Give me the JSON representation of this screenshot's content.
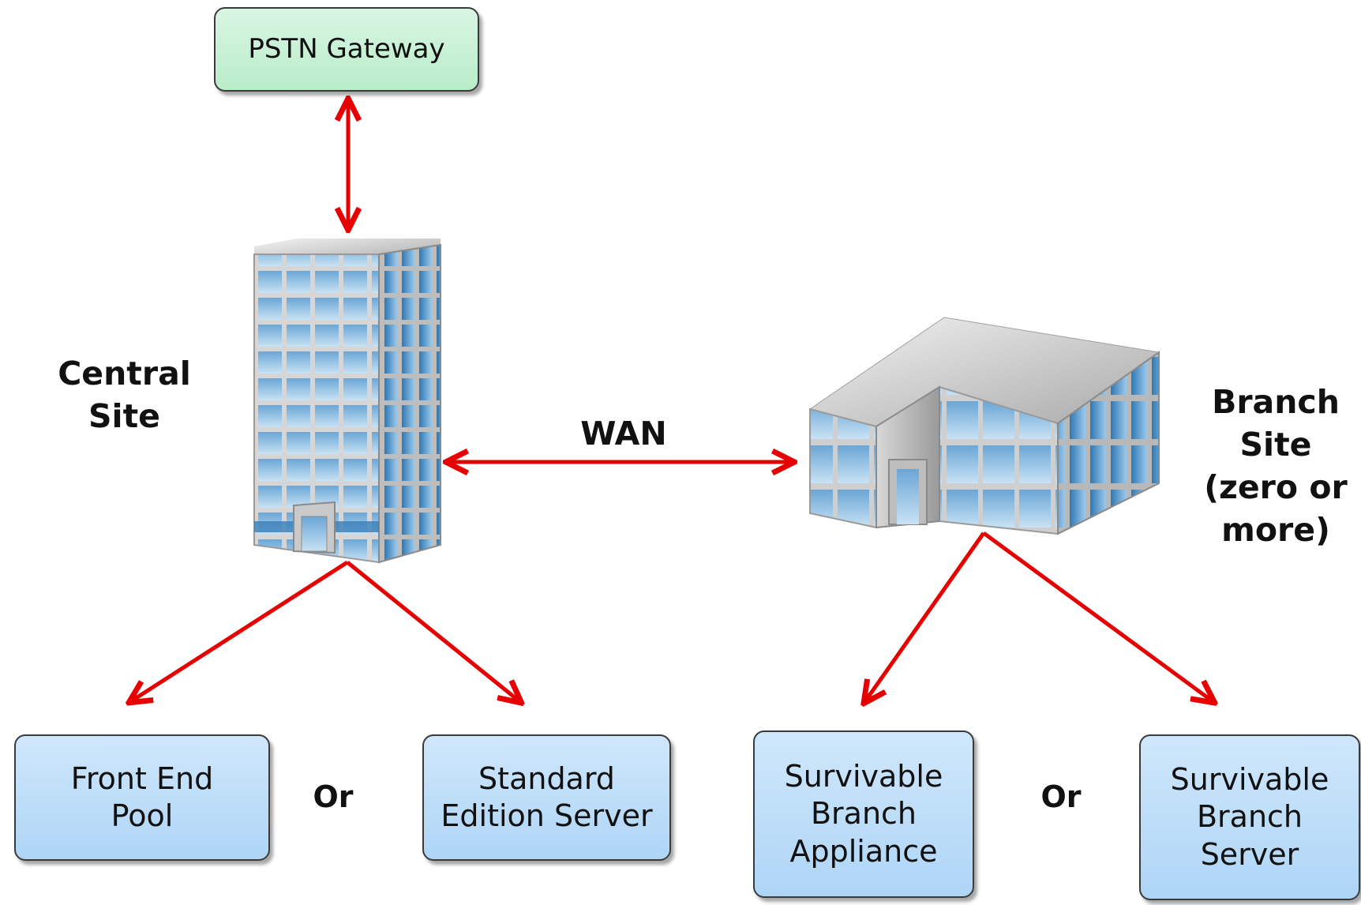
{
  "nodes": {
    "pstn_gateway": "PSTN Gateway",
    "front_end_pool": "Front End\nPool",
    "standard_edition_server": "Standard\nEdition Server",
    "survivable_branch_appliance": "Survivable\nBranch\nAppliance",
    "survivable_branch_server": "Survivable\nBranch\nServer"
  },
  "labels": {
    "central_site": "Central\nSite",
    "branch_site": "Branch\nSite\n(zero or\nmore)",
    "wan": "WAN",
    "or_left": "Or",
    "or_right": "Or"
  },
  "colors": {
    "arrow": "#e60000",
    "gateway_box": "#c4f0d4",
    "server_box": "#bcdcf8",
    "glass": "#4a90c8"
  }
}
